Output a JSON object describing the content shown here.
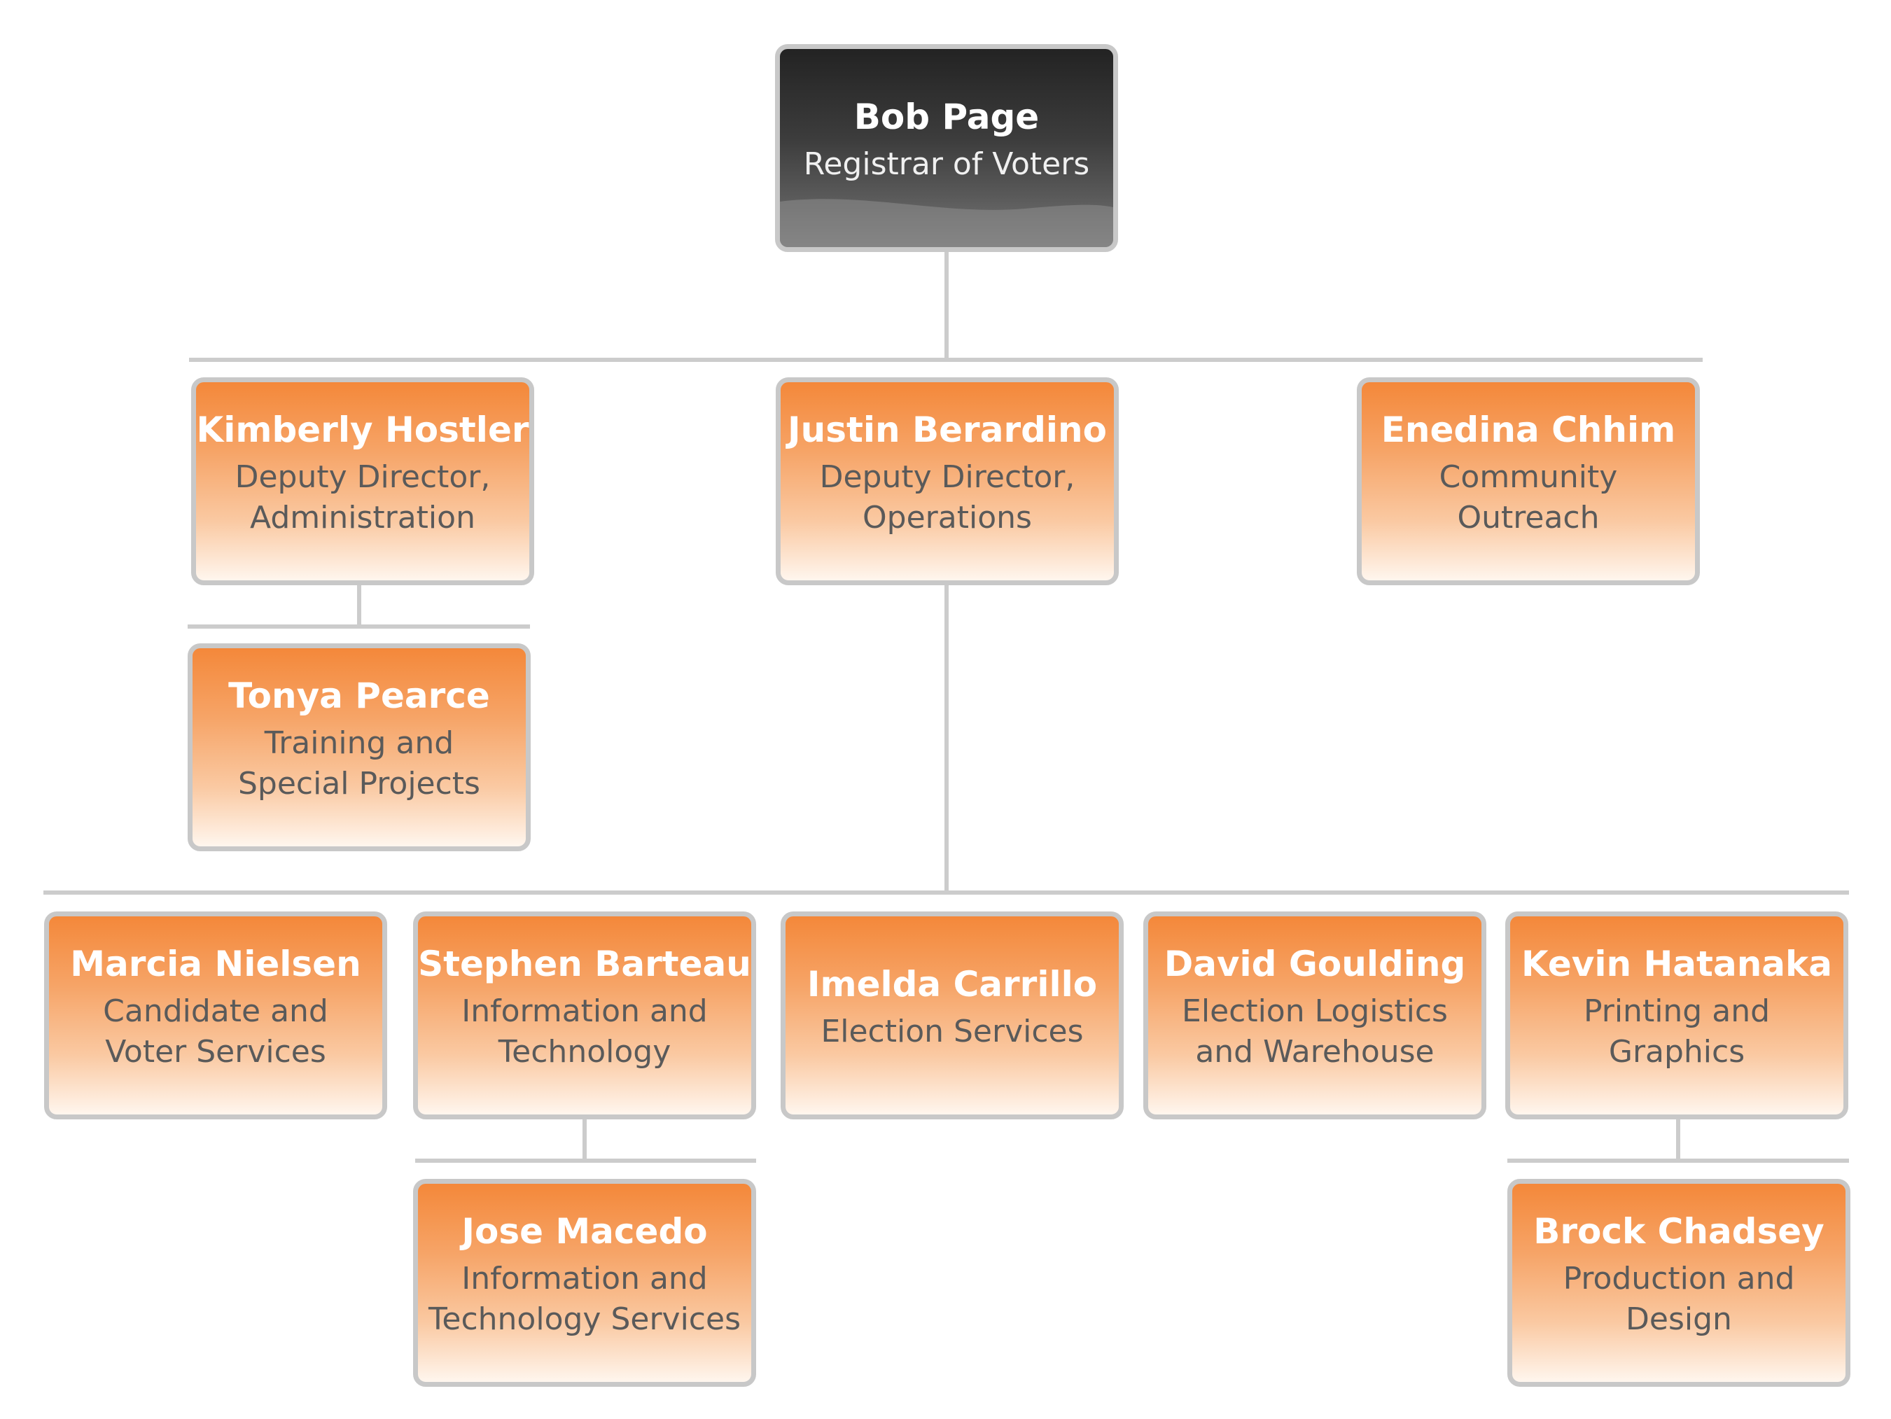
{
  "org_chart": {
    "root": {
      "name": "Bob Page",
      "role": "Registrar of Voters"
    },
    "deputies": [
      {
        "name": "Kimberly Hostler",
        "role": "Deputy Director,\nAdministration"
      },
      {
        "name": "Justin Berardino",
        "role": "Deputy Director,\nOperations"
      },
      {
        "name": "Enedina Chhim",
        "role": "Community\nOutreach"
      }
    ],
    "administration_reports": [
      {
        "name": "Tonya Pearce",
        "role": "Training and\nSpecial Projects"
      }
    ],
    "operations_reports": [
      {
        "name": "Marcia Nielsen",
        "role": "Candidate and\nVoter Services"
      },
      {
        "name": "Stephen Barteau",
        "role": "Information and\nTechnology"
      },
      {
        "name": "Imelda Carrillo",
        "role": "Election Services"
      },
      {
        "name": "David Goulding",
        "role": "Election Logistics\nand Warehouse"
      },
      {
        "name": "Kevin Hatanaka",
        "role": "Printing and\nGraphics"
      }
    ],
    "it_reports": [
      {
        "name": "Jose Macedo",
        "role": "Information and\nTechnology Services"
      }
    ],
    "printing_reports": [
      {
        "name": "Brock Chadsey",
        "role": "Production and\nDesign"
      }
    ]
  }
}
